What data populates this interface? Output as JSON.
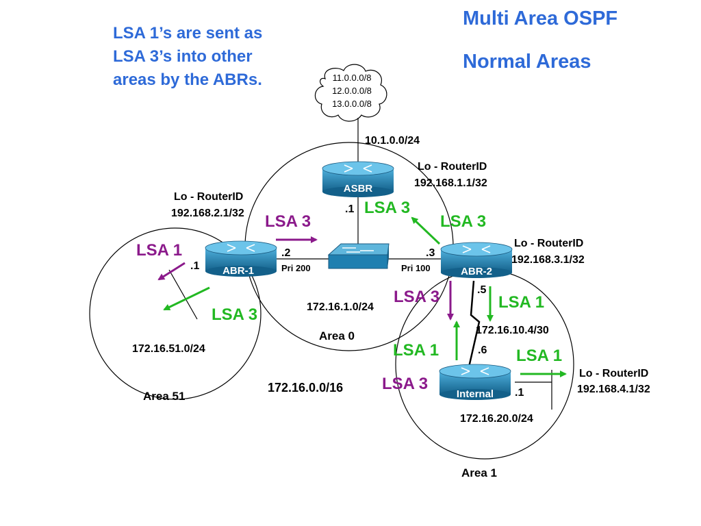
{
  "title": {
    "line1": "Multi Area OSPF",
    "line2": "Normal Areas"
  },
  "note": {
    "line1": "LSA 1’s are sent as",
    "line2": "LSA 3’s into other",
    "line3": "areas by the ABRs."
  },
  "cloud": {
    "line1": "11.0.0.0/8",
    "line2": "12.0.0.0/8",
    "line3": "13.0.0.0/8"
  },
  "networks": {
    "asbr_uplink": "10.1.0.0/24",
    "area0_lan": "172.16.1.0/24",
    "area51_lan": "172.16.51.0/24",
    "serial": "172.16.10.4/30",
    "internal_lan": "172.16.20.0/24",
    "summary": "172.16.0.0/16"
  },
  "areas": {
    "area0": "Area 0",
    "area51": "Area 51",
    "area1": "Area 1"
  },
  "routers": {
    "asbr": {
      "name": "ASBR",
      "lo_label": "Lo - RouterID",
      "router_id": "192.168.1.1/32",
      "if_id": ".1"
    },
    "abr1": {
      "name": "ABR-1",
      "lo_label": "Lo - RouterID",
      "router_id": "192.168.2.1/32",
      "if_area0": ".2",
      "if_area51": ".1",
      "priority": "Pri 200"
    },
    "abr2": {
      "name": "ABR-2",
      "lo_label": "Lo - RouterID",
      "router_id": "192.168.3.1/32",
      "if_area0": ".3",
      "if_serial": ".5",
      "priority": "Pri 100"
    },
    "internal": {
      "name": "Internal",
      "lo_label": "Lo - RouterID",
      "router_id": "192.168.4.1/32",
      "if_serial": ".6",
      "if_lan": ".1"
    }
  },
  "lsa_labels": {
    "asbr_lsa3": "LSA 3",
    "abr1_lsa3_in": "LSA 3",
    "abr2_lsa3_up": "LSA 3",
    "abr1_lsa1": "LSA 1",
    "abr1_lsa3_out": "LSA 3",
    "abr2_lsa3_down": "LSA 3",
    "abr2_lsa1": "LSA 1",
    "internal_lsa1_up": "LSA 1",
    "internal_lsa1_right": "LSA 1",
    "internal_lsa3": "LSA 3"
  },
  "colors": {
    "title_blue": "#2e6ad8",
    "lsa1_green": "#22b822",
    "lsa3_purple": "#8b1a8b",
    "router_blue": "#1f7fb0"
  }
}
